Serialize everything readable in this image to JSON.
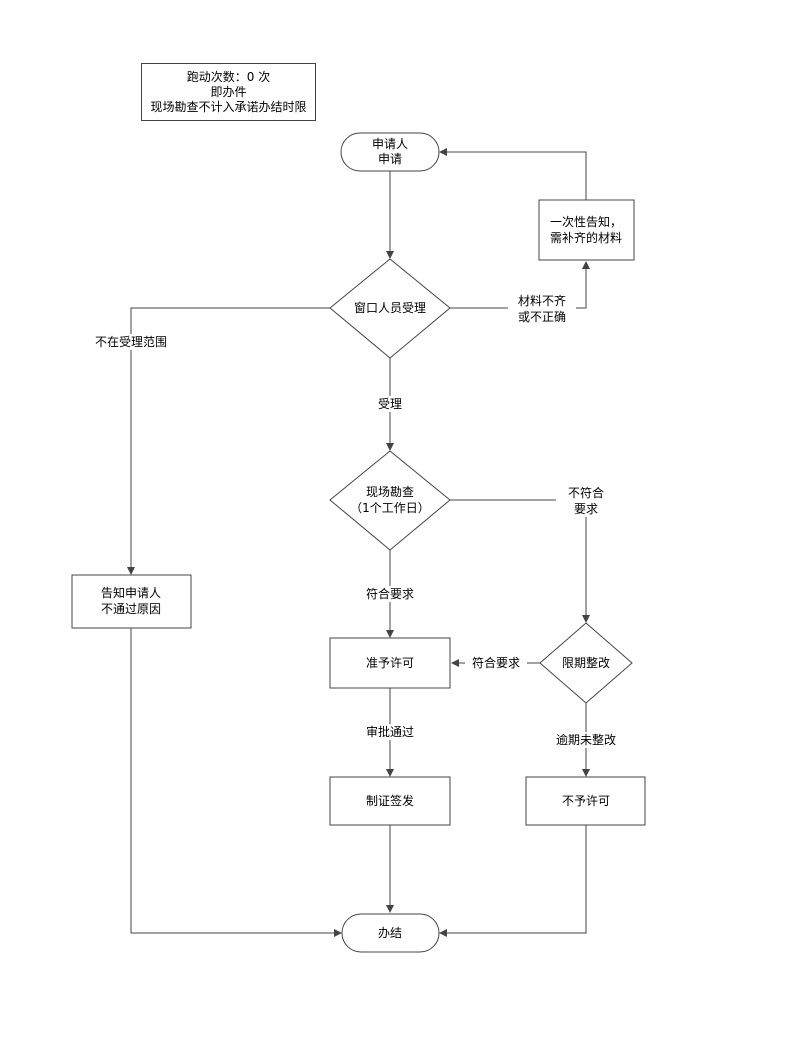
{
  "note": {
    "line1": "跑动次数：0 次",
    "line2": "即办件",
    "line3": "现场勘查不计入承诺办结时限"
  },
  "nodes": {
    "start": [
      "申请人",
      "申请"
    ],
    "notify_supplement": [
      "一次性告知，",
      "需补齐的材料"
    ],
    "window_accept": [
      "窗口人员受理"
    ],
    "site_survey": [
      "现场勘查",
      "（1个工作日）"
    ],
    "notify_reject": [
      "告知申请人",
      "不通过原因"
    ],
    "approve": [
      "准予许可"
    ],
    "rectify": [
      "限期整改"
    ],
    "issue": [
      "制证签发"
    ],
    "deny": [
      "不予许可"
    ],
    "end": [
      "办结"
    ]
  },
  "edges": {
    "materials_incomplete": [
      "材料不齐",
      "或不正确"
    ],
    "out_of_scope": [
      "不在受理范围"
    ],
    "accepted": [
      "受理"
    ],
    "not_compliant": [
      "不符合",
      "要求"
    ],
    "compliant": [
      "符合要求"
    ],
    "compliant_after_rectify": [
      "符合要求"
    ],
    "approved": [
      "审批通过"
    ],
    "overdue": [
      "逾期未整改"
    ]
  }
}
